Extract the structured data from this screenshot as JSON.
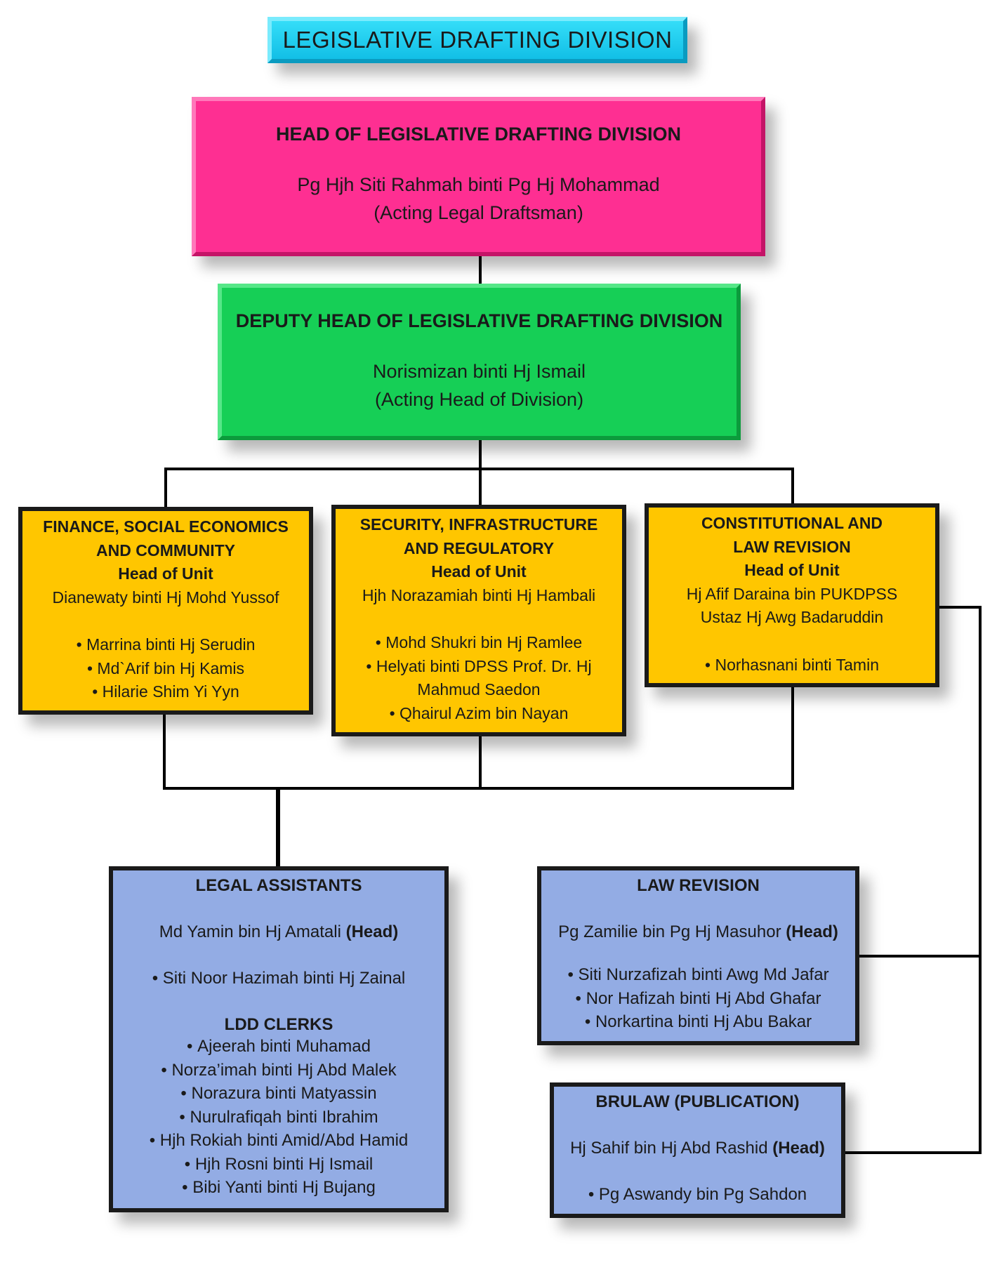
{
  "chart_title": "LEGISLATIVE DRAFTING DIVISION",
  "head": {
    "title": "HEAD OF LEGISLATIVE DRAFTING DIVISION",
    "name": "Pg Hjh Siti Rahmah binti Pg Hj Mohammad",
    "role": "(Acting Legal Draftsman)"
  },
  "deputy": {
    "title": "DEPUTY HEAD OF LEGISLATIVE DRAFTING DIVISION",
    "name": "Norismizan binti Hj Ismail",
    "role": "(Acting Head of Division)"
  },
  "units": {
    "finance": {
      "title_line1": "FINANCE, SOCIAL ECONOMICS",
      "title_line2": "AND COMMUNITY",
      "head_label": "Head of Unit",
      "head_name": "Dianewaty binti Hj Mohd Yussof",
      "members": [
        "Marrina binti Hj Serudin",
        "Md`Arif bin Hj Kamis",
        "Hilarie Shim Yi Yyn"
      ]
    },
    "security": {
      "title_line1": "SECURITY, INFRASTRUCTURE",
      "title_line2": "AND REGULATORY",
      "head_label": "Head of Unit",
      "head_name": "Hjh Norazamiah binti Hj Hambali",
      "members": [
        "Mohd Shukri bin Hj Ramlee",
        "Helyati binti DPSS Prof. Dr. Hj",
        "Mahmud Saedon",
        "Qhairul Azim bin Nayan"
      ]
    },
    "constitutional": {
      "title_line1": "CONSTITUTIONAL AND",
      "title_line2": "LAW REVISION",
      "head_label": "Head of Unit",
      "head_name1": "Hj Afif Daraina bin PUKDPSS",
      "head_name2": "Ustaz Hj Awg Badaruddin",
      "members": [
        "Norhasnani binti Tamin"
      ]
    }
  },
  "legal_assistants": {
    "title": "LEGAL ASSISTANTS",
    "head_name": "Md Yamin bin Hj Amatali",
    "head_tag": "(Head)",
    "members": [
      "Siti Noor Hazimah binti Hj Zainal"
    ],
    "clerks_title": "LDD CLERKS",
    "clerks": [
      "Ajeerah binti Muhamad",
      "Norza’imah binti Hj Abd Malek",
      "Norazura binti Matyassin",
      "Nurulrafiqah binti Ibrahim",
      "Hjh Rokiah binti Amid/Abd Hamid",
      "Hjh Rosni binti Hj Ismail",
      "Bibi Yanti binti Hj Bujang"
    ]
  },
  "law_revision": {
    "title": "LAW REVISION",
    "head_name": "Pg Zamilie bin Pg Hj Masuhor",
    "head_tag": "(Head)",
    "members": [
      "Siti Nurzafizah binti Awg Md Jafar",
      "Nor Hafizah binti Hj Abd Ghafar",
      "Norkartina binti Hj Abu Bakar"
    ]
  },
  "brulaw": {
    "title": "BRULAW (PUBLICATION)",
    "head_name": "Hj Sahif bin Hj Abd Rashid",
    "head_tag": "(Head)",
    "members": [
      "Pg Aswandy bin Pg Sahdon"
    ]
  },
  "colors": {
    "title_box": "#12bfe6",
    "head_box": "#fe2f92",
    "deputy_box": "#16cf56",
    "unit_box": "#ffc600",
    "staff_box": "#93ace4",
    "connector": "#000000"
  }
}
